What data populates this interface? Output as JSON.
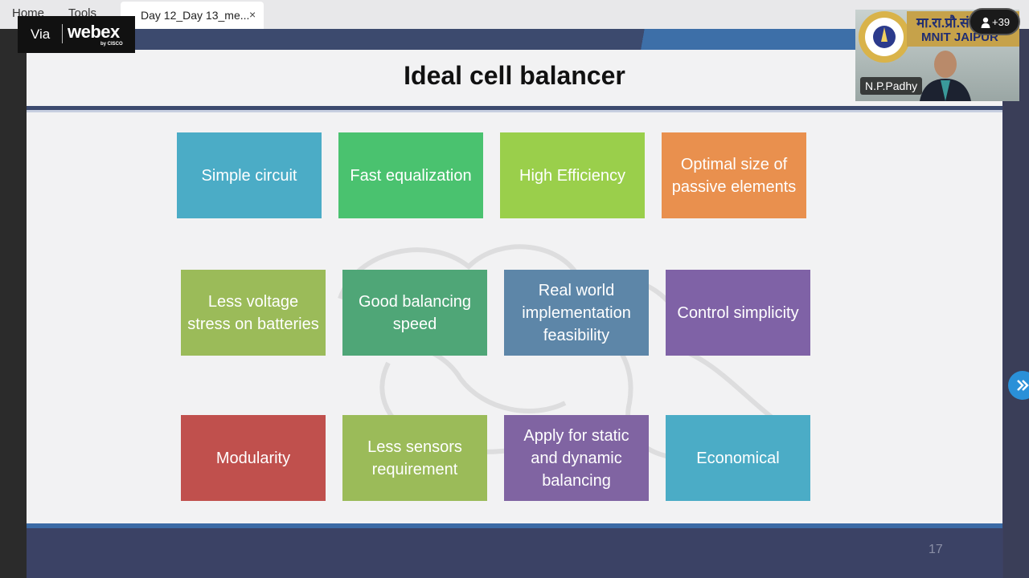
{
  "browser": {
    "nav_home": "Home",
    "nav_tools": "Tools",
    "tab_title": "Day 12_Day 13_me...",
    "tab_close": "×"
  },
  "webex": {
    "via": "Via",
    "brand": "webex",
    "by": "by CISCO"
  },
  "slide": {
    "title": "Ideal cell balancer",
    "page_number": "17",
    "boxes": [
      {
        "label": "Simple circuit",
        "color": "#4BACC6"
      },
      {
        "label": "Fast equalization",
        "color": "#4AC26F"
      },
      {
        "label": "High Efficiency",
        "color": "#9ACF4B"
      },
      {
        "label": "Optimal size of passive elements",
        "color": "#E9904E"
      },
      {
        "label": "Less voltage stress on batteries",
        "color": "#9BBB59"
      },
      {
        "label": "Good balancing speed",
        "color": "#4FA677"
      },
      {
        "label": "Real world implementation feasibility",
        "color": "#5D86A8"
      },
      {
        "label": "Control simplicity",
        "color": "#7F62A6"
      },
      {
        "label": "Modularity",
        "color": "#C0504D"
      },
      {
        "label": "Less sensors requirement",
        "color": "#9BBB59"
      },
      {
        "label": "Apply for static and dynamic balancing",
        "color": "#8064A2"
      },
      {
        "label": "Economical",
        "color": "#4BACC6"
      }
    ]
  },
  "video": {
    "banner_line1": "मा.रा.प्रौ.सं",
    "banner_line2": "MNIT JAIPUR",
    "participant_name": "N.P.Padhy",
    "participant_count": "+39"
  }
}
